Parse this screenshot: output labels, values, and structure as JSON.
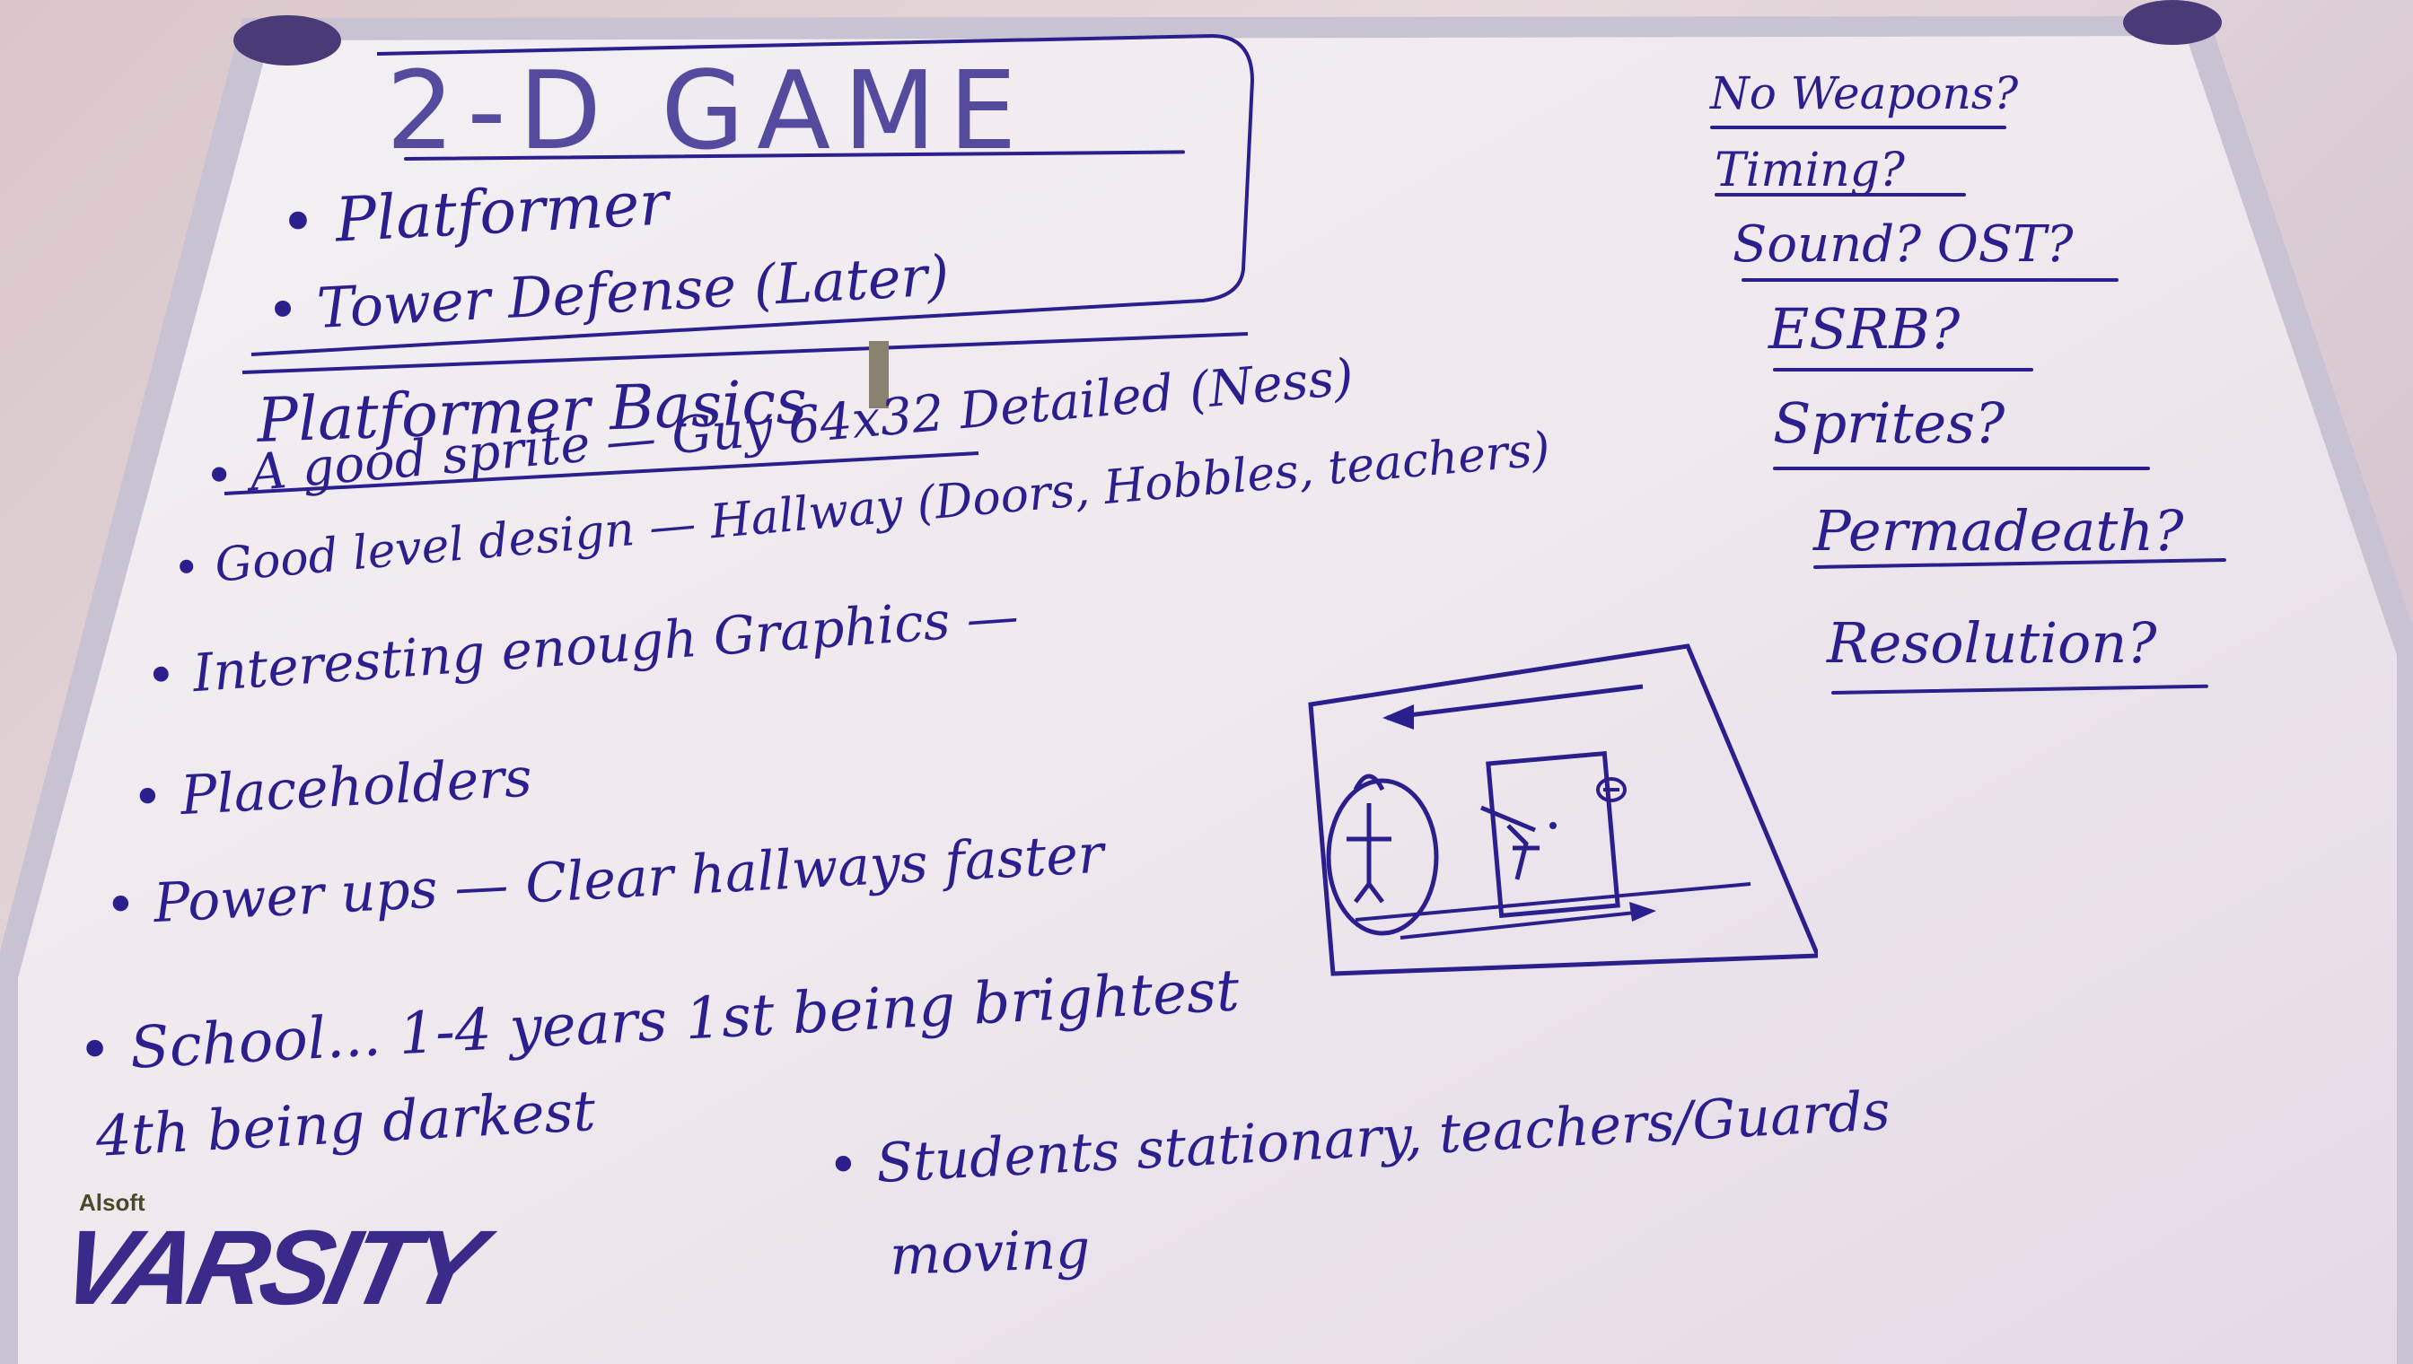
{
  "board": {
    "title": "2-D GAME",
    "top_list": [
      "• Platformer",
      "• Tower Defense (Later)"
    ],
    "section_heading": "Platformer Basics",
    "bullets": [
      "• A good sprite — Guy   64x32 Detailed (Ness)",
      "• Good level design — Hallway (Doors, Hobbles, teachers)",
      "• Interesting enough Graphics —",
      "• Placeholders",
      "• Power ups — Clear hallways faster",
      "• School... 1-4 years 1st being brightest",
      "4th being darkest",
      "• Students stationary, teachers/Guards",
      "moving"
    ],
    "questions": [
      "No Weapons?",
      "Timing?",
      "Sound? OST?",
      "ESRB?",
      "Sprites?",
      "Permadeath?",
      "Resolution?"
    ]
  },
  "brand": {
    "small": "Alsoft",
    "name": "VARSITY"
  },
  "colors": {
    "ink": "#2a1f8c",
    "board": "#f2ecf0",
    "frame": "#b9b3c4"
  }
}
